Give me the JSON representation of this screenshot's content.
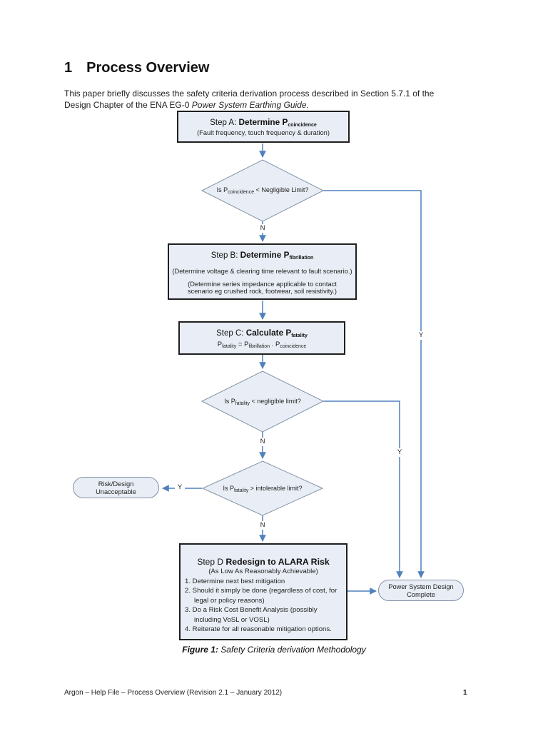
{
  "page": {
    "heading_number": "1",
    "heading": "Process Overview",
    "paragraph_line1": "This paper briefly discusses the safety criteria derivation process described in Section 5.7.1 of the",
    "paragraph_line2_normal": "Design Chapter of the ENA EG-0 ",
    "paragraph_line2_italic": "Power System Earthing Guide.",
    "caption_label": "Figure 1:",
    "caption_text": " Safety Criteria derivation Methodology",
    "footer_left": "Argon – Help File – Process Overview (Revision 2.1 – January 2012)",
    "footer_page": "1"
  },
  "flowchart": {
    "step_a": {
      "prefix": "Step A: ",
      "title_bold": "Determine P",
      "title_sub": "coincidence",
      "desc": "(Fault frequency, touch frequency & duration)"
    },
    "decision_1": {
      "pre": "Is P",
      "sub": "coincidence",
      "post": " < Negligible Limit?"
    },
    "step_b": {
      "prefix": "Step B: ",
      "title_bold": "Determine P",
      "title_sub": "fibrillation",
      "desc1": "(Determine voltage & clearing time relevant to fault scenario.)",
      "desc2": "(Determine series impedance applicable to contact scenario eg crushed rock, footwear, soil resistivity.)"
    },
    "step_c": {
      "prefix": "Step C: ",
      "title_bold": "Calculate P",
      "title_sub": "fatality",
      "formula": {
        "t1": "P",
        "s1": "fatality",
        "t2": " = P",
        "s2": "fibrillation",
        "t3": " . P",
        "s3": "coincidence"
      }
    },
    "decision_2": {
      "pre": "Is P",
      "sub": "fatality",
      "post": " < negligible limit?"
    },
    "decision_3": {
      "pre": "Is P",
      "sub": "fatality",
      "post": " > intolerable limit?"
    },
    "risk_terminator": {
      "line1": "Risk/Design",
      "line2": "Unacceptable"
    },
    "step_d": {
      "prefix": "Step D ",
      "title_bold": "Redesign to ALARA Risk",
      "subtitle": "(As Low As Reasonably Achievable)",
      "items": [
        "1. Determine next best mitigation",
        "2. Should it simply be done (regardless of cost, for legal or policy reasons)",
        "3. Do a Risk Cost Benefit Analysis (possibly including VoSL or VOSL)",
        "4. Reiterate for all reasonable mitigation options."
      ]
    },
    "complete_terminator": {
      "line1": "Power System Design",
      "line2": "Complete"
    },
    "labels": {
      "n1": "N",
      "n2": "N",
      "n3": "N",
      "y_right_outer": "Y",
      "y_right_inner": "Y",
      "y_left": "Y"
    },
    "colors": {
      "node_fill": "#e9eef6",
      "connector_blue": "#4f81bd",
      "box_border": "#1f1f1f",
      "shape_border": "#8392a6",
      "page_background": "#ffffff"
    }
  }
}
